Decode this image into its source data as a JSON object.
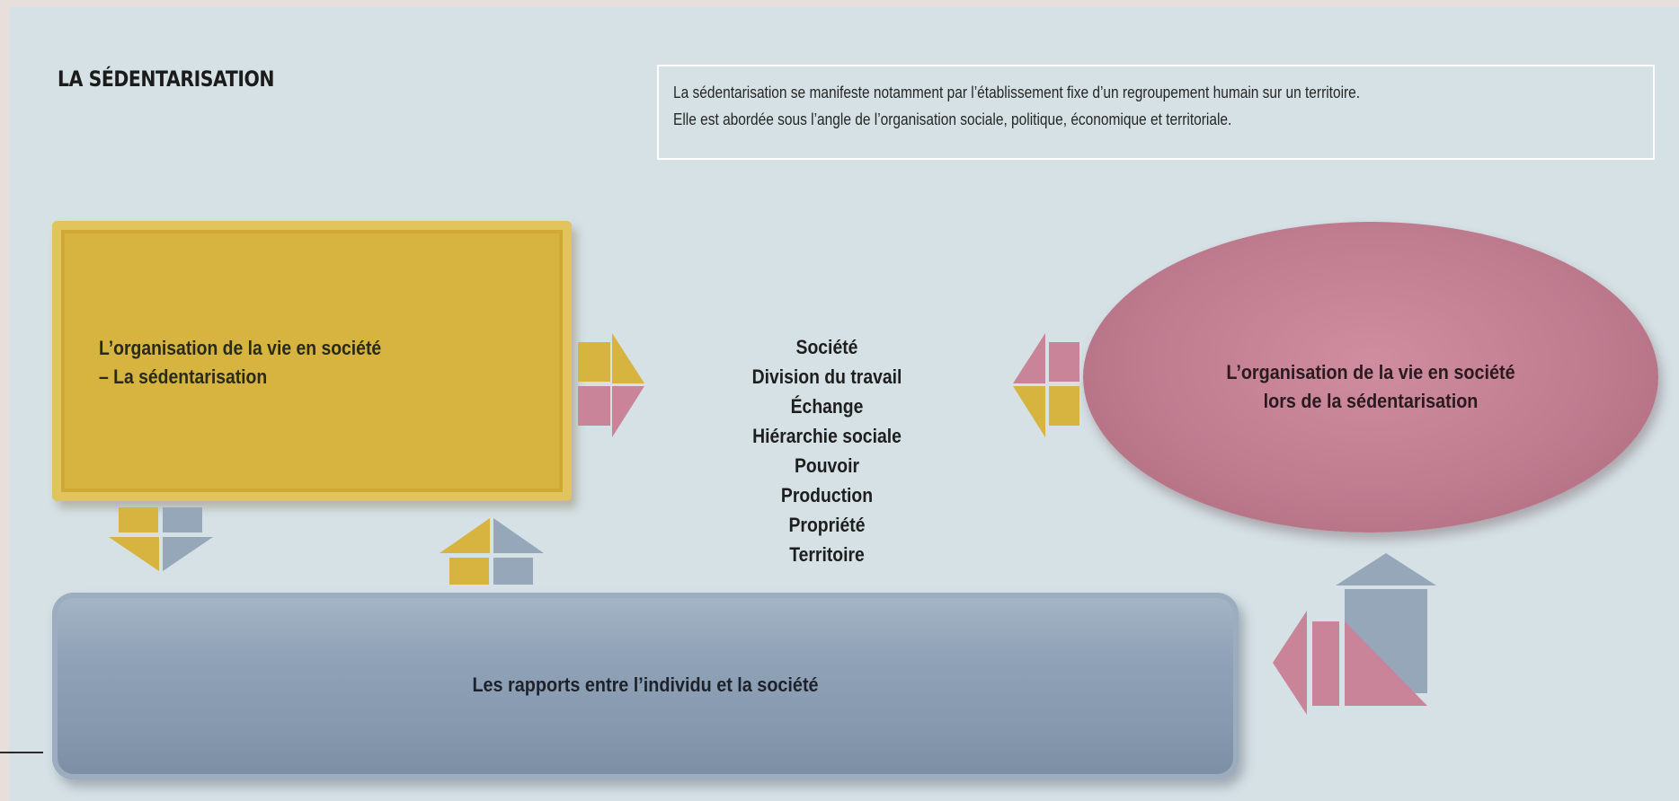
{
  "title": "LA SÉDENTARISATION",
  "description": {
    "line1": "La sédentarisation se manifeste notamment par l’établissement fixe d’un regroupement humain sur un territoire.",
    "line2": "Elle est abordée sous l’angle de l’organisation sociale, politique, économique et territoriale."
  },
  "gold_box": {
    "line1": "L’organisation de la vie en société",
    "line2": "– La sédentarisation"
  },
  "ellipse": {
    "line1": "L’organisation de la vie en société",
    "line2": "lors de la sédentarisation"
  },
  "concepts": [
    "Société",
    "Division du travail",
    "Échange",
    "Hiérarchie sociale",
    "Pouvoir",
    "Production",
    "Propriété",
    "Territoire"
  ],
  "blue_bar": {
    "label": "Les rapports entre l’individu et la société"
  },
  "colors": {
    "gold": "#d7b33f",
    "rose": "#bf7c8f",
    "steel_blue": "#8799ae",
    "background": "#d5e1e5"
  },
  "icons": [
    "arrow-right-icon",
    "arrow-left-icon",
    "arrow-down-icon",
    "arrow-up-icon",
    "arrow-up-icon",
    "arrow-left-icon"
  ]
}
